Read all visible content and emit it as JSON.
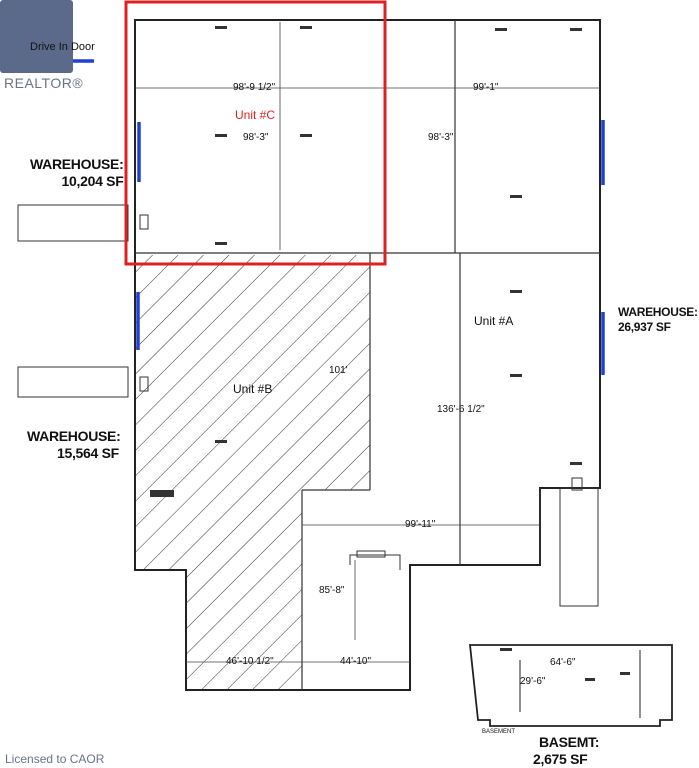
{
  "brand": {
    "logo_text": "REALTOR®"
  },
  "legend": {
    "drive_in_door": "Drive In Door",
    "drive_in_door_color": "#1f3fd6"
  },
  "highlight": {
    "color": "#e02020",
    "label": "Unit #C"
  },
  "units": {
    "a": "Unit #A",
    "b": "Unit #B"
  },
  "warehouses": [
    {
      "line1": "WAREHOUSE:",
      "line2": "10,204 SF"
    },
    {
      "line1": "WAREHOUSE:",
      "line2": "26,937 SF"
    },
    {
      "line1": "WAREHOUSE:",
      "line2": "15,564 SF"
    }
  ],
  "basement": {
    "line1": "BASEMT:",
    "line2": "2,675 SF",
    "tag": "BASEMENT"
  },
  "dimensions": {
    "unit_c_width": "98'-9 1/2\"",
    "unit_c_depth": "98'-3\"",
    "right_width": "99'-1\"",
    "right_depth": "98'-3\"",
    "unit_b_depth": "101'",
    "unit_a_depth": "136'-6 1/2\"",
    "mid_width": "99'-11\"",
    "office_depth": "85'-8\"",
    "bottom_left_width": "46'-10 1/2\"",
    "bottom_right_width": "44'-10\"",
    "basement_width": "64'-6\"",
    "basement_inner": "29'-6\""
  },
  "footer": {
    "license": "Licensed to CAOR"
  }
}
